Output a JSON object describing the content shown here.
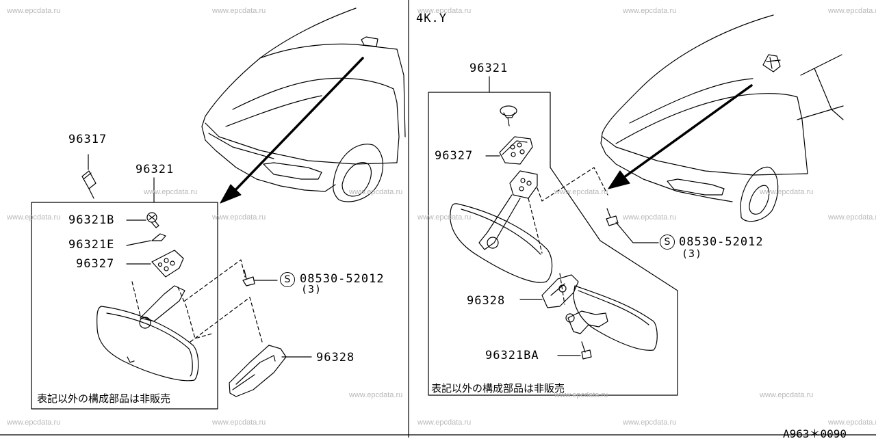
{
  "watermark": "www.epcdata.ru",
  "left_panel": {
    "label_96317": "96317",
    "label_96321": "96321",
    "label_96321B": "96321B",
    "label_96321E": "96321E",
    "label_96327": "96327",
    "label_96328": "96328",
    "bolt_symbol": "S",
    "bolt_part": "08530-52012",
    "bolt_qty": "(3)",
    "note": "表記以外の構成部品は非販売"
  },
  "right_panel": {
    "variant_label": "4K.Y",
    "label_96321": "96321",
    "label_96327": "96327",
    "label_96328": "96328",
    "label_96321BA": "96321BA",
    "bolt_symbol": "S",
    "bolt_part": "08530-52012",
    "bolt_qty": "(3)",
    "note": "表記以外の構成部品は非販売"
  },
  "diagram_code": "A963＊0090",
  "icons": [
    "car-front-icon",
    "rear-view-mirror-icon",
    "bolt-icon",
    "bracket-icon",
    "cover-icon",
    "bulb-icon"
  ]
}
